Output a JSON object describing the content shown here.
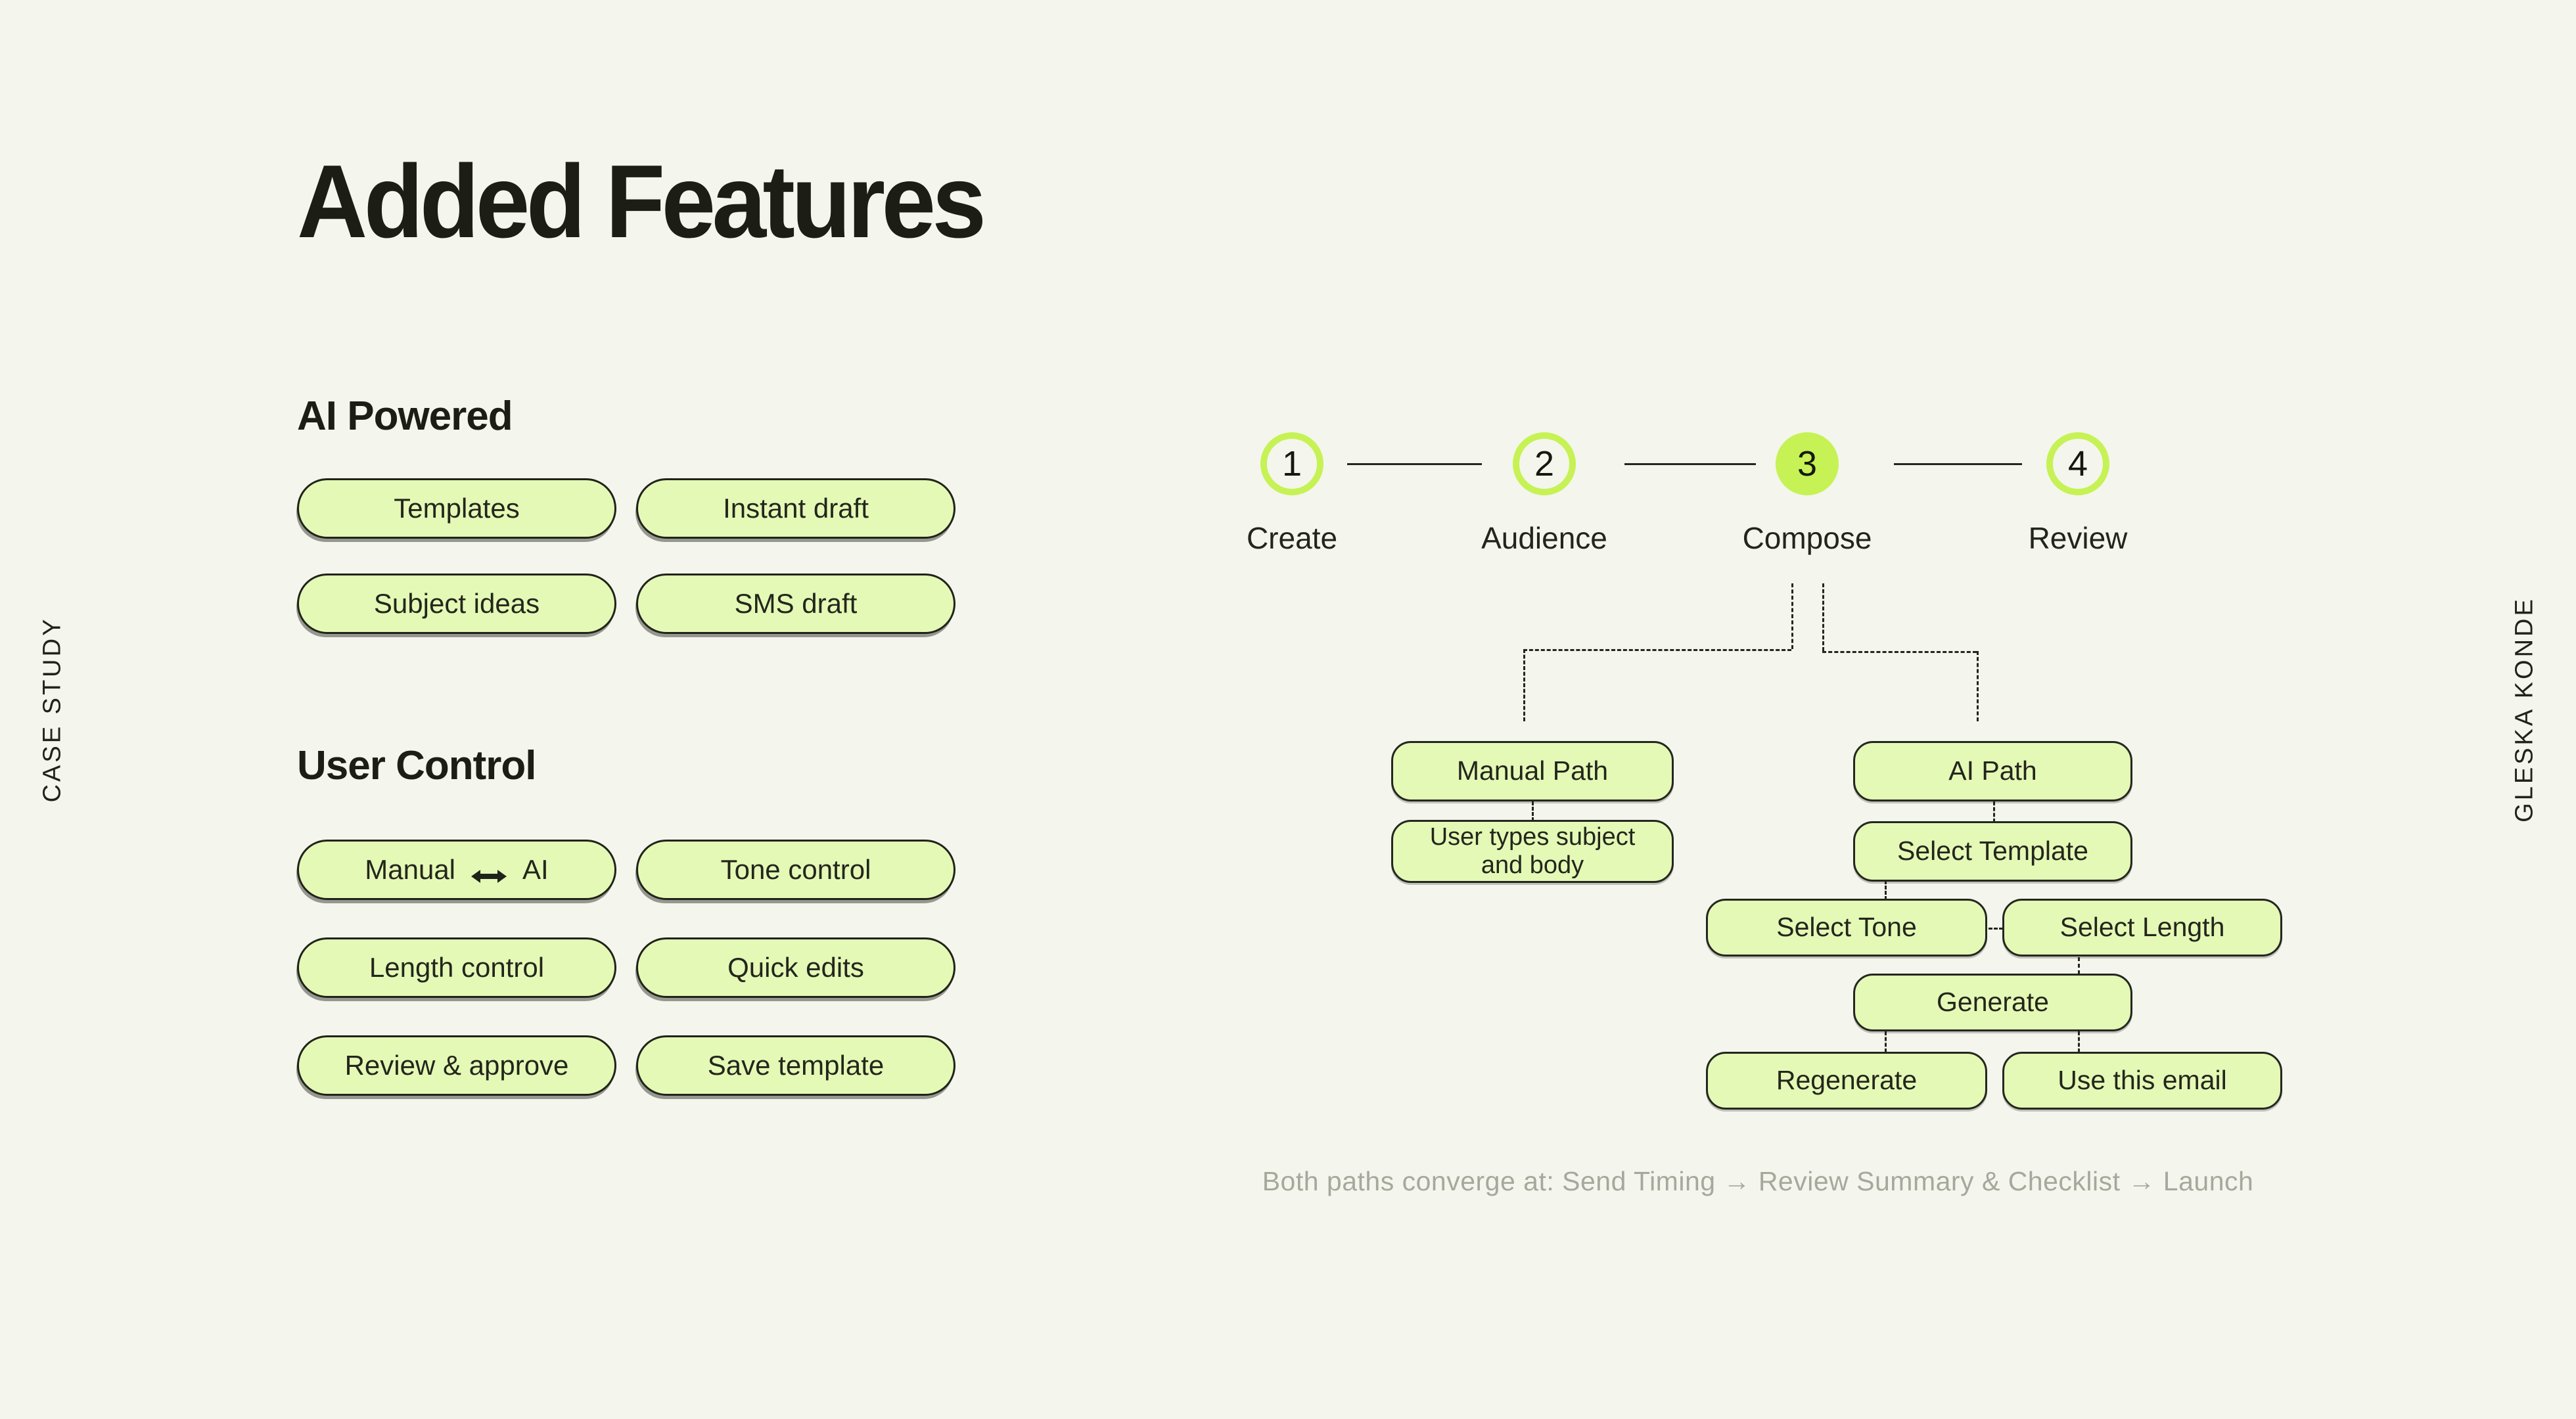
{
  "colors": {
    "background": "#f4f5ec",
    "pill_green": "#e5f9b6",
    "accent_lime": "#c6f255",
    "ink": "#20231a",
    "muted_gray": "#a7a89c"
  },
  "side_labels": {
    "left": "CASE STUDY",
    "right": "GLESKA KONDE"
  },
  "title": "Added Features",
  "ai_powered": {
    "heading": "AI Powered",
    "pills": [
      "Templates",
      "Instant draft",
      "Subject ideas",
      "SMS draft"
    ]
  },
  "user_control": {
    "heading": "User Control",
    "manual_ai_pill": {
      "left": "Manual",
      "right": "AI",
      "icon": "left-right-arrow-icon"
    },
    "pills": [
      "Tone control",
      "Length control",
      "Quick edits",
      "Review & approve",
      "Save template"
    ]
  },
  "stepper": {
    "steps": [
      {
        "num": "1",
        "label": "Create",
        "active": false
      },
      {
        "num": "2",
        "label": "Audience",
        "active": false
      },
      {
        "num": "3",
        "label": "Compose",
        "active": true
      },
      {
        "num": "4",
        "label": "Review",
        "active": false
      }
    ]
  },
  "flow": {
    "manual_path": "Manual Path",
    "manual_path_detail": "User types subject and body",
    "ai_path": "AI Path",
    "select_template": "Select Template",
    "select_tone": "Select Tone",
    "select_length": "Select Length",
    "generate": "Generate",
    "regenerate": "Regenerate",
    "use_this_email": "Use this email",
    "caption": "Both paths converge at: Send Timing → Review Summary & Checklist → Launch"
  }
}
